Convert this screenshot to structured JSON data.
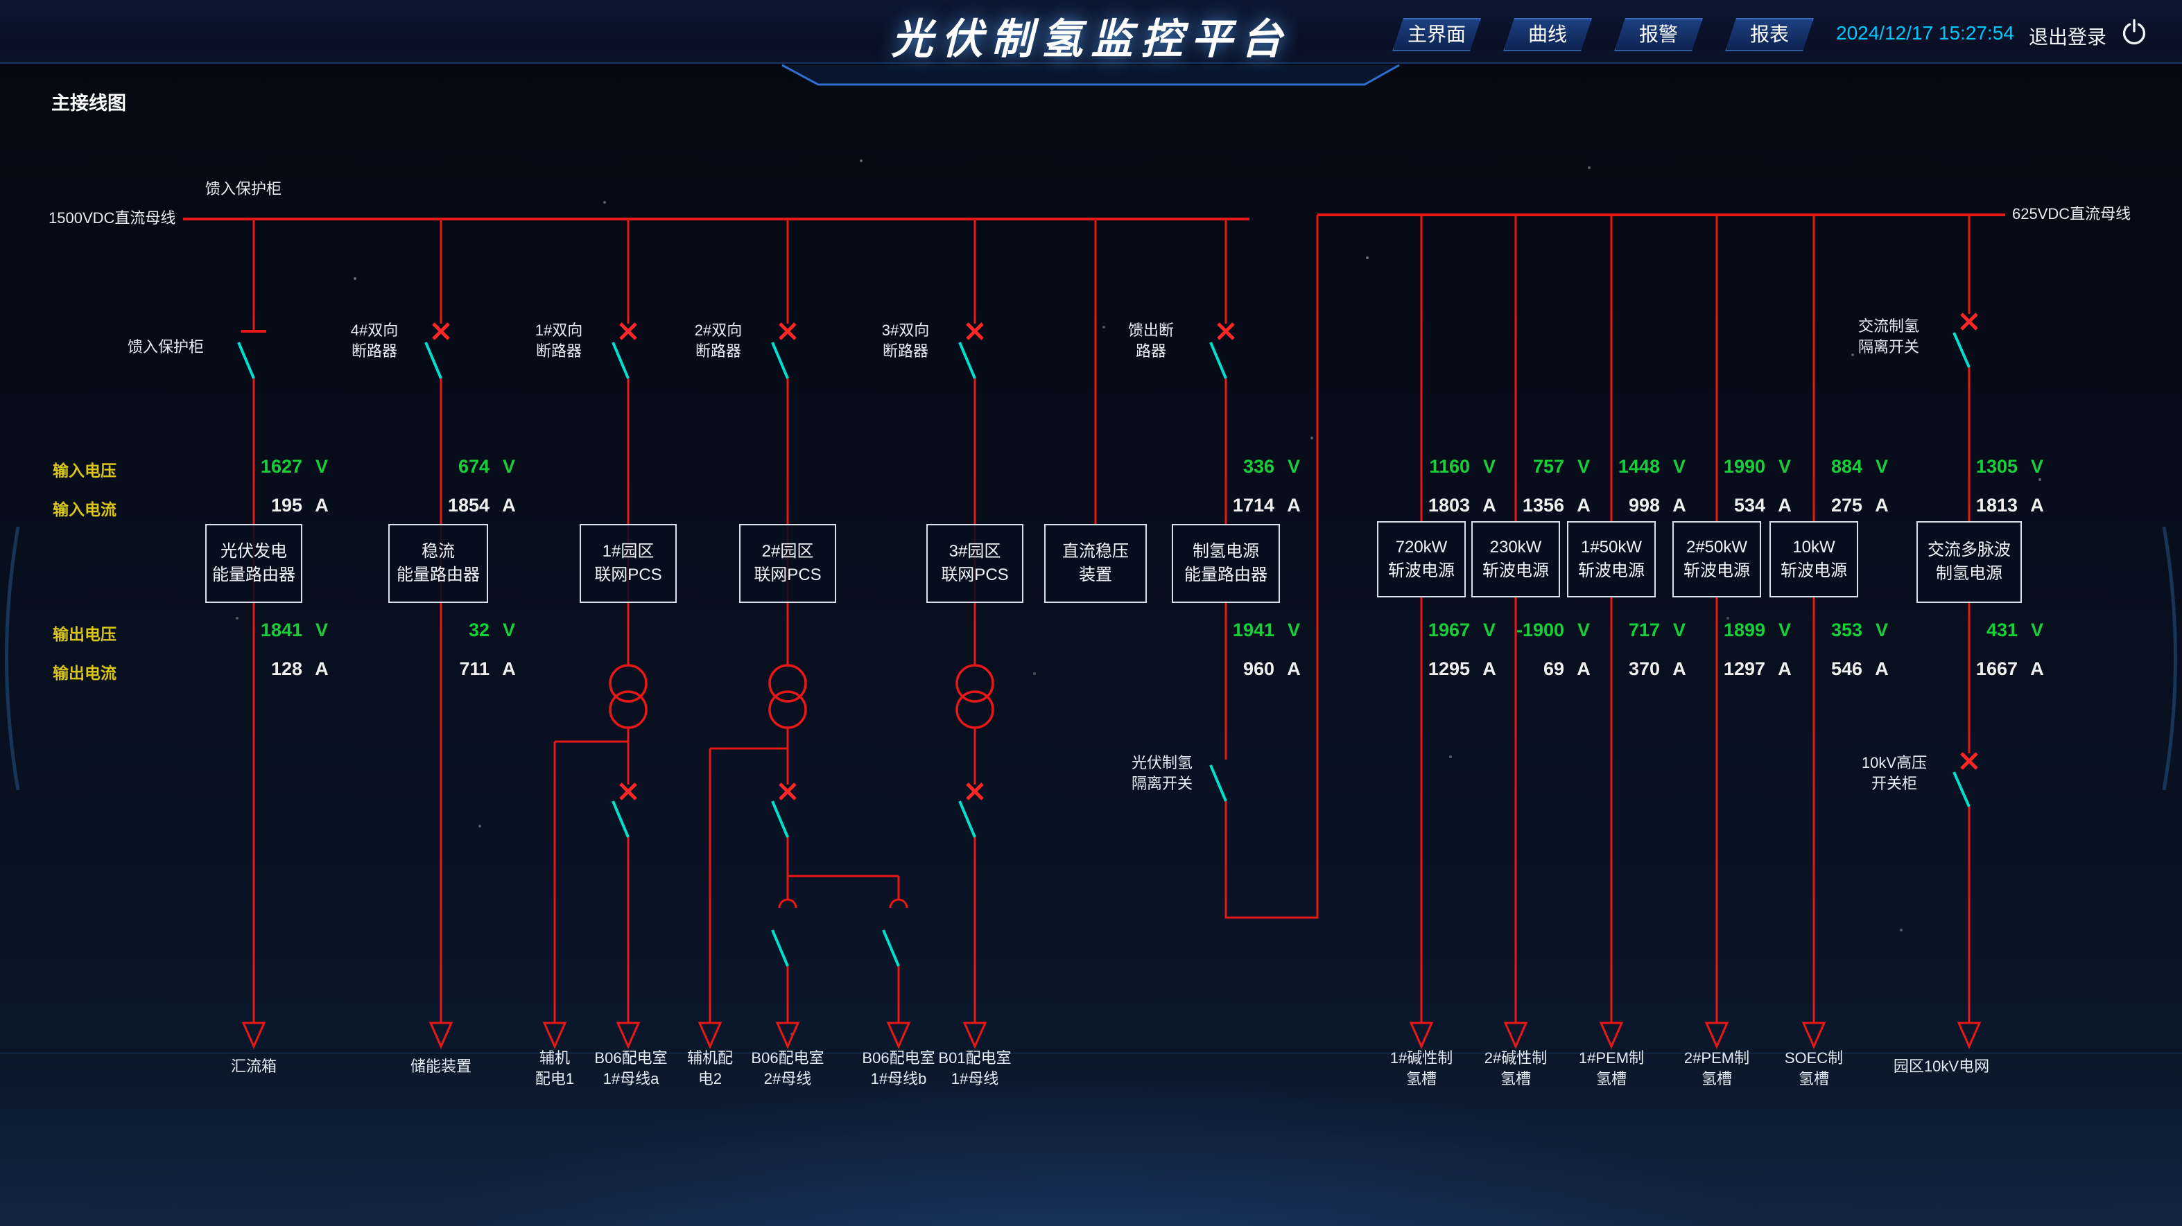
{
  "header": {
    "title": "光伏制氢监控平台",
    "nav": [
      {
        "label": "主界面"
      },
      {
        "label": "曲线"
      },
      {
        "label": "报警"
      },
      {
        "label": "报表"
      }
    ],
    "datetime": "2024/12/17 15:27:54",
    "logout": "退出登录"
  },
  "canvas": {
    "diagram_title": "主接线图",
    "left_bus": "1500VDC直流母线",
    "right_bus": "625VDC直流母线",
    "feed_cabinet": "馈入保护柜",
    "rows": {
      "in_v": "输入电压",
      "in_a": "输入电流",
      "out_v": "输出电压",
      "out_a": "输出电流",
      "V": "V",
      "A": "A"
    }
  },
  "branches": {
    "b1": {
      "switch": "馈入保护柜",
      "in_v": "1627",
      "in_a": "195",
      "box1": "光伏发电",
      "box2": "能量路由器",
      "out_v": "1841",
      "out_a": "128",
      "dest": "汇流箱"
    },
    "b2": {
      "sw1": "4#双向",
      "sw2": "断路器",
      "in_v": "674",
      "in_a": "1854",
      "box1": "稳流",
      "box2": "能量路由器",
      "out_v": "32",
      "out_a": "711",
      "dest": "储能装置"
    },
    "b3": {
      "sw1": "1#双向",
      "sw2": "断路器",
      "box1": "1#园区",
      "box2": "联网PCS",
      "destA1": "辅机",
      "destA2": "配电1",
      "destB1": "B06配电室",
      "destB2": "1#母线a"
    },
    "b4": {
      "sw1": "2#双向",
      "sw2": "断路器",
      "box1": "2#园区",
      "box2": "联网PCS",
      "destA1": "辅机配",
      "destA2": "电2",
      "destB1": "B06配电室",
      "destB2": "2#母线",
      "destC1": "B06配电室",
      "destC2": "1#母线b"
    },
    "b5": {
      "sw1": "3#双向",
      "sw2": "断路器",
      "box1": "3#园区",
      "box2": "联网PCS",
      "dest1": "B01配电室",
      "dest2": "1#母线"
    },
    "b6": {
      "box1": "直流稳压",
      "box2": "装置"
    },
    "b7": {
      "sw1": "馈出断",
      "sw2": "路器",
      "in_v": "336",
      "in_a": "1714",
      "box1": "制氢电源",
      "box2": "能量路由器",
      "out_v": "1941",
      "out_a": "960",
      "iso1": "光伏制氢",
      "iso2": "隔离开关"
    },
    "r1": {
      "in_v": "1160",
      "in_a": "1803",
      "box1": "720kW",
      "box2": "斩波电源",
      "out_v": "1967",
      "out_a": "1295",
      "dest1": "1#碱性制",
      "dest2": "氢槽"
    },
    "r2": {
      "in_v": "757",
      "in_a": "1356",
      "box1": "230kW",
      "box2": "斩波电源",
      "out_v": "-1900",
      "out_a": "69",
      "dest1": "2#碱性制",
      "dest2": "氢槽"
    },
    "r3": {
      "in_v": "1448",
      "in_a": "998",
      "box1": "1#50kW",
      "box2": "斩波电源",
      "out_v": "717",
      "out_a": "370",
      "dest1": "1#PEM制",
      "dest2": "氢槽"
    },
    "r4": {
      "in_v": "1990",
      "in_a": "534",
      "box1": "2#50kW",
      "box2": "斩波电源",
      "out_v": "1899",
      "out_a": "1297",
      "dest1": "2#PEM制",
      "dest2": "氢槽"
    },
    "r5": {
      "in_v": "884",
      "in_a": "275",
      "box1": "10kW",
      "box2": "斩波电源",
      "out_v": "353",
      "out_a": "546",
      "dest1": "SOEC制",
      "dest2": "氢槽"
    },
    "r6": {
      "iso1": "交流制氢",
      "iso2": "隔离开关",
      "in_v": "1305",
      "in_a": "1813",
      "box1": "交流多脉波",
      "box2": "制氢电源",
      "out_v": "431",
      "out_a": "1667",
      "hv1": "10kV高压",
      "hv2": "开关柜",
      "dest": "园区10kV电网"
    }
  },
  "colors": {
    "line_red": "#e81818",
    "switch_cyan": "#00e0cc",
    "voltage_green": "#19ce3b",
    "current_white": "#f0f0f0",
    "row_label_yellow": "#d9c51a",
    "datetime_cyan": "#00c8ff"
  }
}
